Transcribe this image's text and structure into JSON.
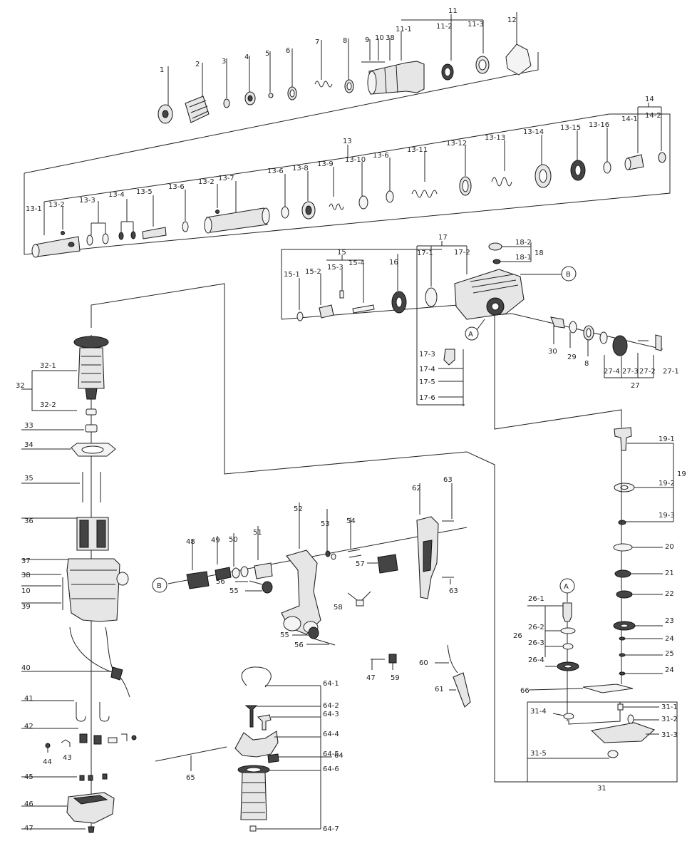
{
  "diagram": {
    "type": "exploded-parts-view",
    "labels": {
      "l1": "1",
      "l2": "2",
      "l3": "3",
      "l4": "4",
      "l5": "5",
      "l6": "6",
      "l7": "7",
      "l8": "8",
      "l9": "9",
      "l10": "10",
      "l38": "38",
      "l11": "11",
      "l11_1": "11-1",
      "l11_2": "11-2",
      "l11_3": "11-3",
      "l12": "12",
      "l13": "13",
      "l13_1": "13-1",
      "l13_2": "13-2",
      "l13_3": "13-3",
      "l13_4": "13-4",
      "l13_5": "13-5",
      "l13_6": "13-6",
      "l13_2b": "13-2",
      "l13_7": "13-7",
      "l13_6b": "13-6",
      "l13_8": "13-8",
      "l13_9": "13-9",
      "l13_10": "13-10",
      "l13_6c": "13-6",
      "l13_11": "13-11",
      "l13_12": "13-12",
      "l13_13": "13-13",
      "l13_14": "13-14",
      "l13_15": "13-15",
      "l13_16": "13-16",
      "l14": "14",
      "l14_1": "14-1",
      "l14_2": "14-2",
      "l15": "15",
      "l15_1": "15-1",
      "l15_2": "15-2",
      "l15_3": "15-3",
      "l15_4": "15-4",
      "l16": "16",
      "l17": "17",
      "l17_1": "17-1",
      "l17_2": "17-2",
      "l17_3": "17-3",
      "l17_4": "17-4",
      "l17_5": "17-5",
      "l17_6": "17-6",
      "l18": "18",
      "l18_1": "18-1",
      "l18_2": "18-2",
      "B1": "B",
      "A1": "A",
      "l30": "30",
      "l29": "29",
      "l8b": "8",
      "l27": "27",
      "l27_1": "27-1",
      "l27_2": "27-2",
      "l27_3": "27-3",
      "l27_4": "27-4",
      "l19": "19",
      "l19_1": "19-1",
      "l19_2": "19-2",
      "l19_3": "19-3",
      "l20": "20",
      "l21": "21",
      "l22": "22",
      "l23": "23",
      "l24": "24",
      "l25": "25",
      "l24b": "24",
      "l66": "66",
      "l31": "31",
      "l31_1": "31-1",
      "l31_2": "31-2",
      "l31_3": "31-3",
      "l31_4": "31-4",
      "l31_5": "31-5",
      "A2": "A",
      "l26": "26",
      "l26_1": "26-1",
      "l26_2": "26-2",
      "l26_3": "26-3",
      "l26_4": "26-4",
      "l32": "32",
      "l32_1": "32-1",
      "l32_2": "32-2",
      "l33": "33",
      "l34": "34",
      "l35": "35",
      "l36": "36",
      "l37": "37",
      "l38b": "38",
      "l10b": "10",
      "l39": "39",
      "l40": "40",
      "l41": "41",
      "l42": "42",
      "l43": "43",
      "l44": "44",
      "l45": "45",
      "l46": "46",
      "l47": "47",
      "B2": "B",
      "l48": "48",
      "l49": "49",
      "l50": "50",
      "l51": "51",
      "l52": "52",
      "l53": "53",
      "l54": "54",
      "l55": "55",
      "l56": "56",
      "l55b": "55",
      "l56b": "56",
      "l57": "57",
      "l58": "58",
      "l62": "62",
      "l63": "63",
      "l63b": "63",
      "l47b": "47",
      "l59": "59",
      "l60": "60",
      "l61": "61",
      "l64": "64",
      "l64_1": "64-1",
      "l64_2": "64-2",
      "l64_3": "64-3",
      "l64_4": "64-4",
      "l64_5": "64-5",
      "l64_6": "64-6",
      "l64_7": "64-7",
      "l65": "65"
    }
  }
}
